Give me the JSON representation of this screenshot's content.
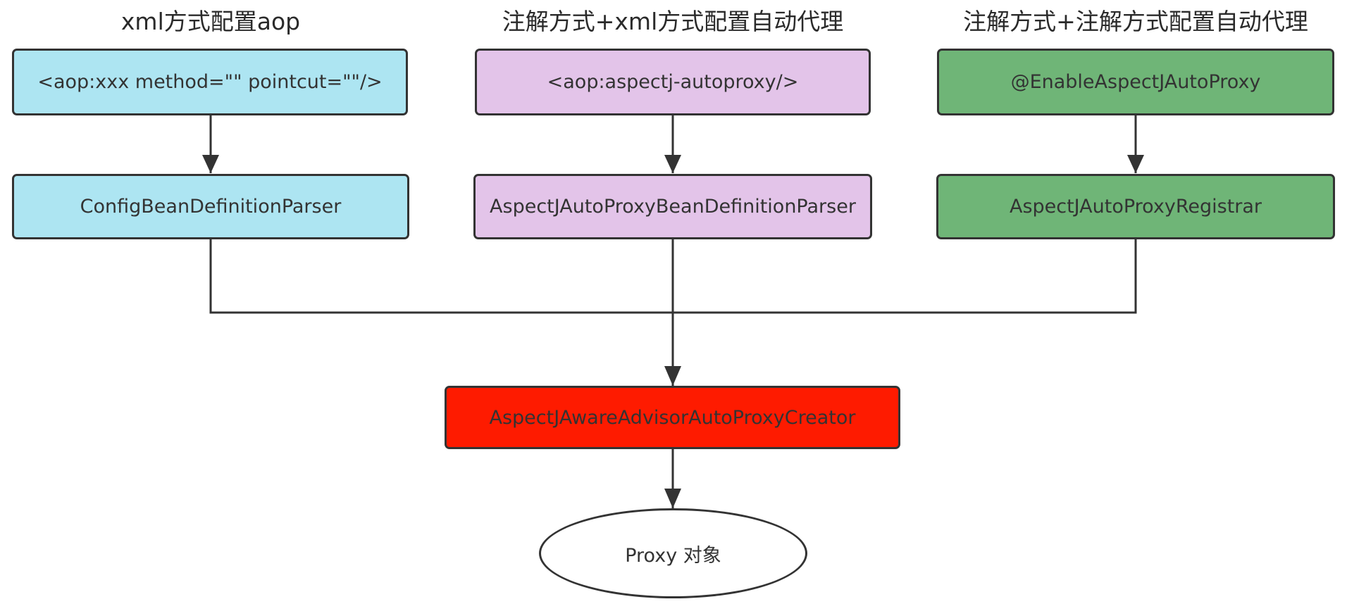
{
  "columns": [
    {
      "title": "xml方式配置aop",
      "top_box": "<aop:xxx method=\"\" pointcut=\"\"/>",
      "bottom_box": "ConfigBeanDefinitionParser",
      "color": "#ade5f2"
    },
    {
      "title": "注解方式+xml方式配置自动代理",
      "top_box": "<aop:aspectj-autoproxy/>",
      "bottom_box": "AspectJAutoProxyBeanDefinitionParser",
      "color": "#e3c4e9"
    },
    {
      "title": "注解方式+注解方式配置自动代理",
      "top_box": "@EnableAspectJAutoProxy",
      "bottom_box": "AspectJAutoProxyRegistrar",
      "color": "#6fb577"
    }
  ],
  "creator": {
    "label": "AspectJAwareAdvisorAutoProxyCreator",
    "color": "#fe1b00"
  },
  "result": {
    "label": "Proxy 对象"
  },
  "line_color": "#333333"
}
